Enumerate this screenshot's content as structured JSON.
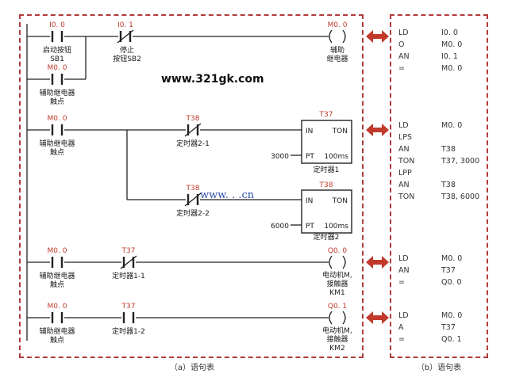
{
  "watermark": {
    "main": "www.321gk.com",
    "faint": "www.   .   .cn"
  },
  "captions": {
    "a": "（a）语句表",
    "b": "（b）语句表"
  },
  "ladder": {
    "rung1": {
      "contact1_addr": "I0. 0",
      "contact1_label": [
        "启动按钮",
        "SB1"
      ],
      "contact2_addr": "I0. 1",
      "contact2_label": [
        "停止",
        "按钮SB2"
      ],
      "parallel_addr": "M0. 0",
      "parallel_label": [
        "辅助继电器",
        "触点"
      ],
      "coil_addr": "M0. 0",
      "coil_label": [
        "辅助",
        "继电器"
      ]
    },
    "rung2": {
      "contact1_addr": "M0. 0",
      "contact1_label": [
        "辅助继电器",
        "触点"
      ],
      "contact2_addr": "T38",
      "contact2_label": "定时器2-1",
      "timer_addr": "T37",
      "timer_in": "IN",
      "timer_type": "TON",
      "timer_pt": "PT",
      "timer_base": "100ms",
      "timer_preset": "3000",
      "timer_label": "定时器1"
    },
    "rung3": {
      "contact_addr": "T38",
      "contact_label": "定时器2-2",
      "timer_addr": "T38",
      "timer_in": "IN",
      "timer_type": "TON",
      "timer_pt": "PT",
      "timer_base": "100ms",
      "timer_preset": "6000",
      "timer_label": "定时器2"
    },
    "rung4": {
      "contact1_addr": "M0. 0",
      "contact1_label": [
        "辅助继电器",
        "触点"
      ],
      "contact2_addr": "T37",
      "contact2_label": "定时器1-1",
      "coil_addr": "Q0. 0",
      "coil_label": [
        "电动机M,",
        "接触器",
        "KM1"
      ]
    },
    "rung5": {
      "contact1_addr": "M0. 0",
      "contact1_label": [
        "辅助继电器",
        "触点"
      ],
      "contact2_addr": "T37",
      "contact2_label": "定时器1-2",
      "coil_addr": "Q0. 1",
      "coil_label": [
        "电动机M,",
        "接触器",
        "KM2"
      ]
    }
  },
  "statements": {
    "block1": [
      {
        "op": "LD",
        "arg": "I0. 0"
      },
      {
        "op": "O",
        "arg": "M0. 0"
      },
      {
        "op": "AN",
        "arg": "I0. 1"
      },
      {
        "op": "=",
        "arg": "M0. 0"
      }
    ],
    "block2": [
      {
        "op": "LD",
        "arg": "M0. 0"
      },
      {
        "op": "LPS",
        "arg": ""
      },
      {
        "op": "AN",
        "arg": "T38"
      },
      {
        "op": "TON",
        "arg": "T37, 3000"
      },
      {
        "op": "LPP",
        "arg": ""
      },
      {
        "op": "AN",
        "arg": "T38"
      },
      {
        "op": "TON",
        "arg": "T38, 6000"
      }
    ],
    "block3": [
      {
        "op": "LD",
        "arg": "M0. 0"
      },
      {
        "op": "AN",
        "arg": "T37"
      },
      {
        "op": "=",
        "arg": "Q0. 0"
      }
    ],
    "block4": [
      {
        "op": "LD",
        "arg": "M0. 0"
      },
      {
        "op": "A",
        "arg": "T37"
      },
      {
        "op": "=",
        "arg": "Q0. 1"
      }
    ]
  },
  "colors": {
    "accent_red": "#c0392b",
    "frame": "#b03a3a",
    "line": "#222222"
  }
}
